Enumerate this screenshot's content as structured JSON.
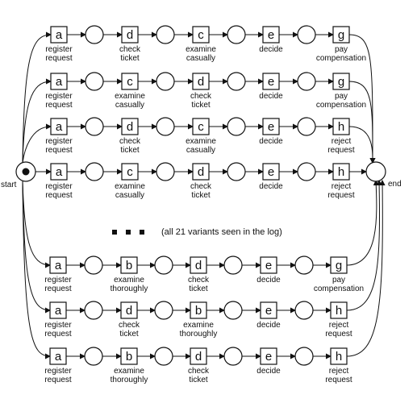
{
  "start_label": "start",
  "end_label": "end",
  "ellipsis_note": "(all 21 variants seen in the log)",
  "activities": {
    "a": [
      "register",
      "request"
    ],
    "b": [
      "examine",
      "thoroughly"
    ],
    "c": [
      "examine",
      "casually"
    ],
    "d": [
      "check",
      "ticket"
    ],
    "e": [
      "decide"
    ],
    "g": [
      "pay",
      "compensation"
    ],
    "h": [
      "reject",
      "request"
    ]
  },
  "variants": [
    [
      "a",
      "d",
      "c",
      "e",
      "g"
    ],
    [
      "a",
      "c",
      "d",
      "e",
      "g"
    ],
    [
      "a",
      "d",
      "c",
      "e",
      "h"
    ],
    [
      "a",
      "c",
      "d",
      "e",
      "h"
    ],
    [
      "a",
      "b",
      "d",
      "e",
      "g"
    ],
    [
      "a",
      "d",
      "b",
      "e",
      "h"
    ],
    [
      "a",
      "b",
      "d",
      "e",
      "h"
    ]
  ]
}
